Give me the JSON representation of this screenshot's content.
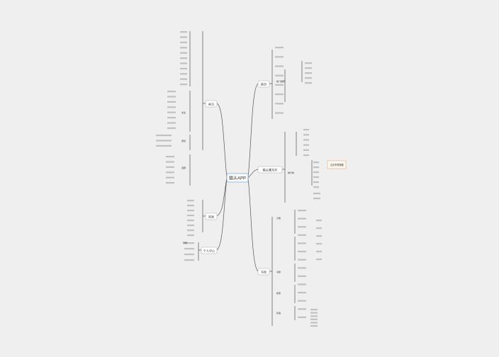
{
  "center": "猫头APP",
  "branches": {
    "home": "首页",
    "discover": "猫头鹰专栏",
    "library": "书库",
    "follow": "关注",
    "message": "消息",
    "profile": "个人中心"
  },
  "note": "注意事项提醒",
  "sub": {
    "hot": "热门推荐",
    "ranking": "排行榜",
    "category": "分类",
    "follow_list": "关注",
    "reading": "阅读",
    "topic": "话题",
    "shelf": "书架",
    "search": "搜索",
    "filter": "筛选",
    "login": "登录"
  }
}
